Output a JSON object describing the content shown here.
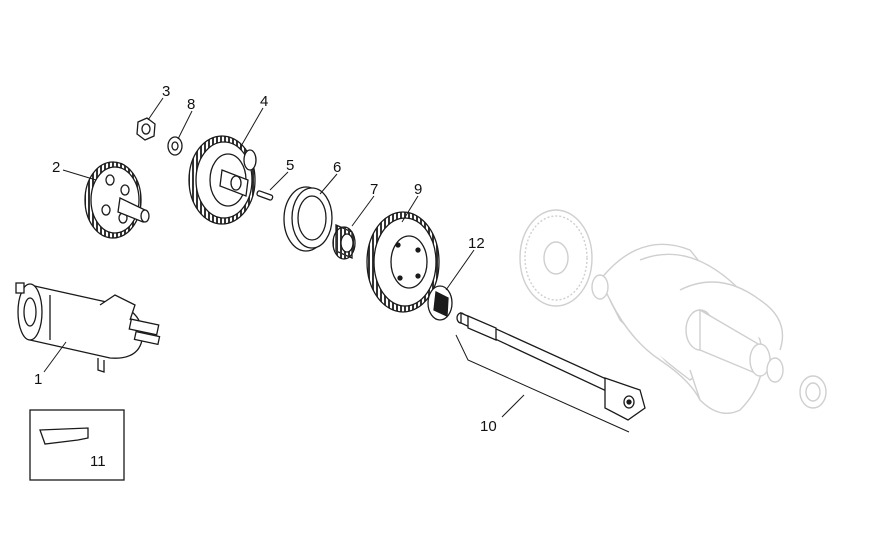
{
  "callouts": {
    "c1": "1",
    "c2": "2",
    "c3": "3",
    "c4": "4",
    "c5": "5",
    "c6": "6",
    "c7": "7",
    "c8": "8",
    "c9": "9",
    "c10": "10",
    "c11": "11",
    "c12": "12"
  },
  "colors": {
    "line": "#1a1a1a",
    "ghost": "#cfcfcf",
    "background": "#ffffff"
  }
}
